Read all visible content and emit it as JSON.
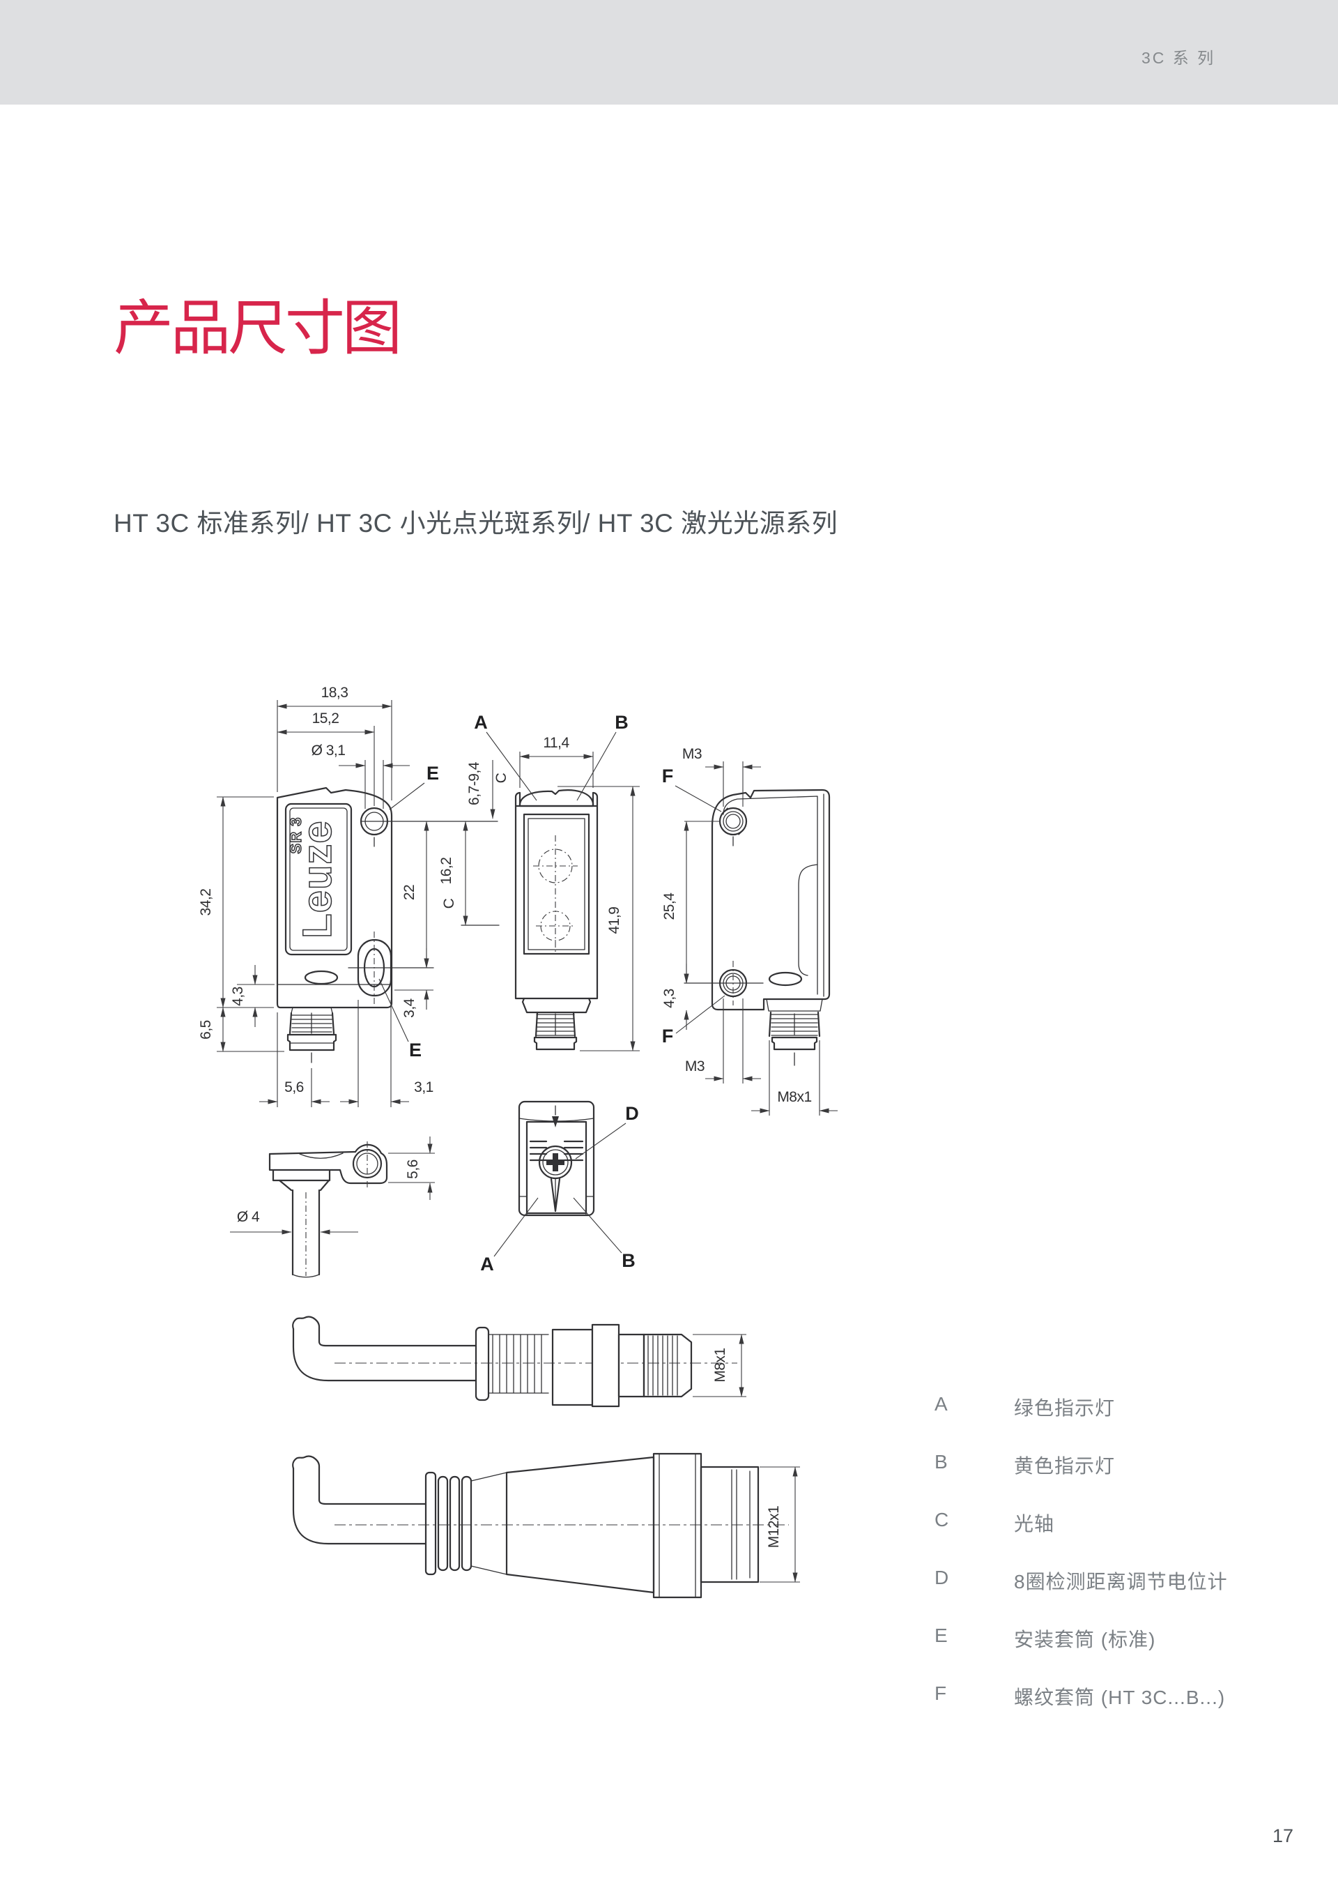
{
  "page": {
    "series_header": "3C 系 列",
    "title": "产品尺寸图",
    "subtitle": "HT 3C 标准系列/ HT 3C 小光点光斑系列/ HT 3C 激光光源系列",
    "page_number": "17",
    "colors": {
      "accent": "#d7254b",
      "header_band": "#dedfe1"
    }
  },
  "drawing": {
    "side_view_left": {
      "brand": "Leuze",
      "model": "SR 3",
      "dims": {
        "width_outer": "18,3",
        "width_to_sleeve": "15,2",
        "sleeve_bore": "Ø 3,1",
        "height": "34,2",
        "base_step": "4,3",
        "connector_height": "6,5",
        "cable_offset": "5,6",
        "sleeve_width": "3,1",
        "axis_to_sleeve": "22",
        "sleeve_to_base": "3,4"
      },
      "labels": {
        "sleeve_top": "E",
        "sleeve_bottom": "E"
      }
    },
    "front_view": {
      "dims": {
        "width": "11,4",
        "spot_height": "6,7-9,4",
        "axis_to_lower": "16,2",
        "total_height": "41,9"
      },
      "labels": {
        "green_led": "A",
        "yellow_led": "B",
        "optical_axis_top": "C",
        "optical_axis_mid": "C"
      }
    },
    "side_view_right": {
      "dims": {
        "thread_top": "M3",
        "sleeve_span": "25,4",
        "base_step": "4,3",
        "thread_bottom": "M3",
        "connector_thread": "M8x1"
      },
      "labels": {
        "sleeve_top": "F",
        "sleeve_bottom": "F"
      }
    },
    "cable_outlet_view": {
      "dims": {
        "cable_diameter": "Ø 4",
        "outlet_height": "5,6"
      }
    },
    "top_view": {
      "labels": {
        "potentiometer": "D",
        "green_led": "A",
        "yellow_led": "B"
      }
    },
    "connector_m8": {
      "thread": "M8x1"
    },
    "connector_m12": {
      "thread": "M12x1"
    }
  },
  "legend": {
    "items": [
      {
        "key": "A",
        "label": "绿色指示灯"
      },
      {
        "key": "B",
        "label": "黄色指示灯"
      },
      {
        "key": "C",
        "label": "光轴"
      },
      {
        "key": "D",
        "label": "8圈检测距离调节电位计"
      },
      {
        "key": "E",
        "label": "安装套筒 (标准)"
      },
      {
        "key": "F",
        "label": "螺纹套筒 (HT 3C...B...)"
      }
    ]
  }
}
